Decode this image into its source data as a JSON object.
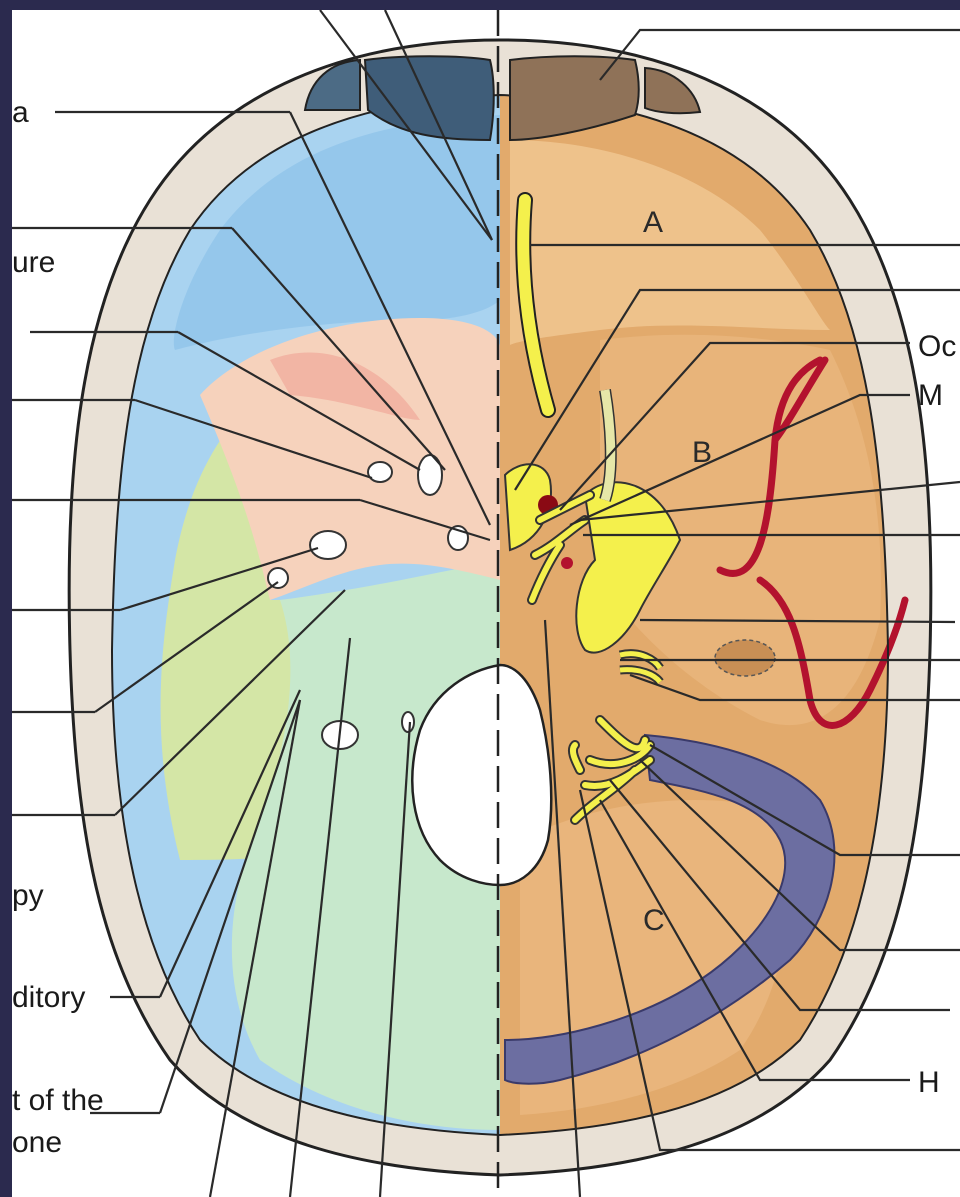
{
  "figure": {
    "left_labels": [
      "a",
      "ure",
      "py",
      "ditory",
      "t of the",
      "one"
    ],
    "right_labels": [
      "Oc",
      "M",
      "H"
    ],
    "region_letters": [
      "A",
      "B",
      "C"
    ]
  },
  "colors": {
    "background": "#2a2a4a",
    "skull_outline": "#1c1c1c",
    "left_fossa_blue": "#a9d3f0",
    "left_anterior_blue": "#8fc3ea",
    "left_middle_green": "#d4e6a6",
    "left_posterior_green": "#c7e8cc",
    "petrous_pink": "#f6d2bc",
    "right_brain_tan": "#e2aa6c",
    "right_light_tan": "#f0c48f",
    "nerve_yellow": "#f4f04c",
    "artery_red": "#b3122e",
    "sinus_purple": "#6c6ea1",
    "frontal_sinus": "#8f7258"
  }
}
